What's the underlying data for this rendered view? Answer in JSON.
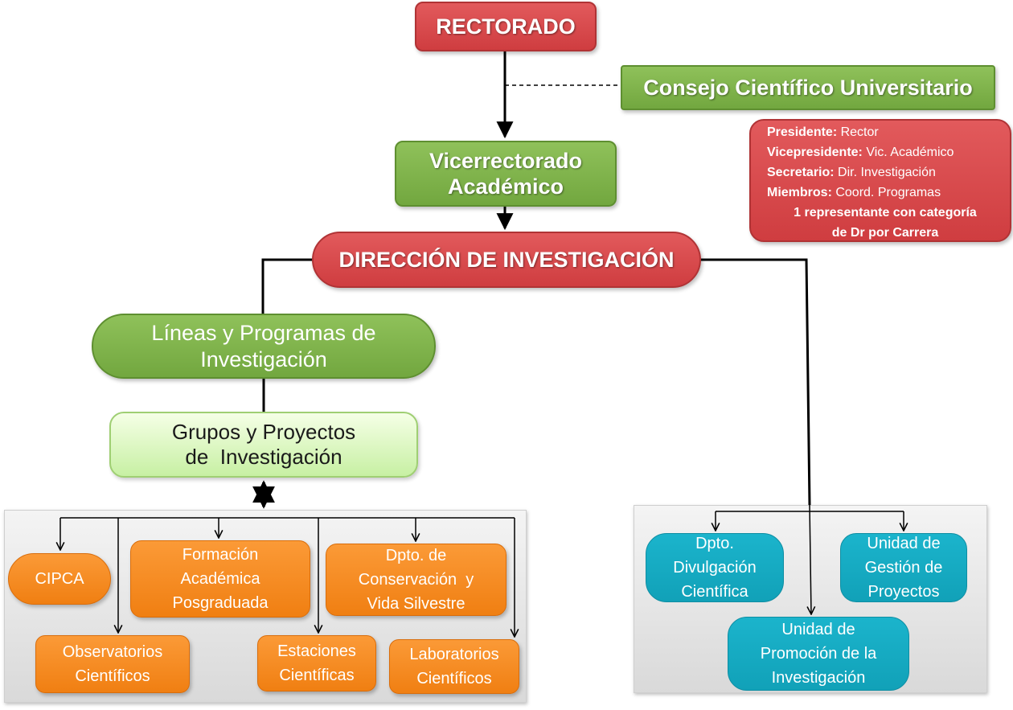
{
  "rectorado": "RECTORADO",
  "consejo": "Consejo Científico Universitario",
  "vicerrectorado": [
    "Vicerrectorado",
    "Académico"
  ],
  "direccion": "DIRECCIÓN DE INVESTIGACIÓN",
  "lineas": [
    "Líneas y Programas de",
    "Investigación"
  ],
  "grupos": [
    "Grupos y Proyectos",
    "de  Investigación"
  ],
  "consejo_info": {
    "presidente_label": "Presidente:",
    "presidente_value": " Rector",
    "vicepresidente_label": "Vicepresidente:",
    "vicepresidente_value": " Vic. Académico",
    "secretario_label": "Secretario:",
    "secretario_value": " Dir. Investigación",
    "miembros_label": "Miembros:",
    "miembros_value": " Coord. Programas",
    "representante": [
      "1 representante con categoría",
      "de Dr  por Carrera"
    ]
  },
  "units_left": {
    "cipca": "CIPCA",
    "formacion": [
      "Formación",
      "Académica",
      "Posgraduada"
    ],
    "conservacion": [
      "Dpto. de",
      "Conservación  y",
      "Vida Silvestre"
    ],
    "observatorios": [
      "Observatorios",
      "Científicos"
    ],
    "estaciones": [
      "Estaciones",
      "Científicas"
    ],
    "laboratorios": [
      "Laboratorios",
      "Científicos"
    ]
  },
  "units_right": {
    "divulgacion": [
      "Dpto.",
      "Divulgación",
      "Científica"
    ],
    "gestion": [
      "Unidad de",
      "Gestión de",
      "Proyectos"
    ],
    "promocion": [
      "Unidad de",
      "Promoción de la",
      "Investigación"
    ]
  },
  "colors": {
    "red": "#d84a4c",
    "green": "#7fb34a",
    "pale_green": "#dcf7c4",
    "orange": "#f68b1f",
    "teal": "#15aac2",
    "panel": "#e4e4e4"
  }
}
